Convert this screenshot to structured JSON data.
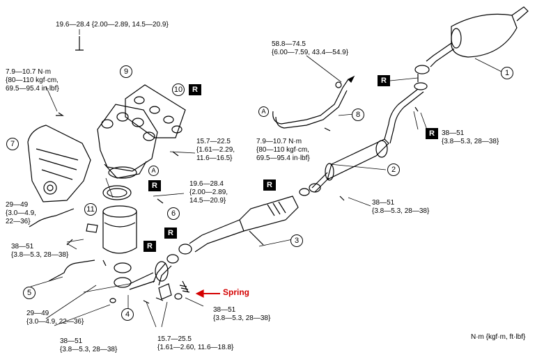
{
  "torques": [
    {
      "id": "t1",
      "lines": [
        "19.6—28.4 {2.00—2.89, 14.5—20.9}"
      ]
    },
    {
      "id": "t2",
      "lines": [
        "7.9—10.7 N·m",
        "{80—110 kgf·cm,",
        "69.5—95.4 in·lbf}"
      ]
    },
    {
      "id": "t3",
      "lines": [
        "58.8—74.5",
        "{6.00—7.59, 43.4—54.9}"
      ]
    },
    {
      "id": "t4",
      "lines": [
        "15.7—22.5",
        "{1.61—2.29,",
        "11.6—16.5}"
      ]
    },
    {
      "id": "t5",
      "lines": [
        "7.9—10.7 N·m",
        "{80—110 kgf·cm,",
        "69.5—95.4 in·lbf}"
      ]
    },
    {
      "id": "t6",
      "lines": [
        "38—51",
        "{3.8—5.3, 28—38}"
      ]
    },
    {
      "id": "t7",
      "lines": [
        "19.6—28.4",
        "{2.00—2.89,",
        "14.5—20.9}"
      ]
    },
    {
      "id": "t8",
      "lines": [
        "29—49",
        "{3.0—4.9,",
        "22—36}"
      ]
    },
    {
      "id": "t9",
      "lines": [
        "38—51",
        "{3.8—5.3, 28—38}"
      ]
    },
    {
      "id": "t10",
      "lines": [
        "38—51",
        "{3.8—5.3, 28—38}"
      ]
    },
    {
      "id": "t11",
      "lines": [
        "29—49",
        "{3.0—4.9, 22—36}"
      ]
    },
    {
      "id": "t12",
      "lines": [
        "38—51",
        "{3.8—5.3, 28—38}"
      ]
    },
    {
      "id": "t13",
      "lines": [
        "15.7—25.5",
        "{1.61—2.60, 11.6—18.8}"
      ]
    },
    {
      "id": "t14",
      "lines": [
        "38—51",
        "{3.8—5.3, 28—38}"
      ]
    }
  ],
  "callouts": [
    "1",
    "2",
    "3",
    "4",
    "5",
    "6",
    "7",
    "8",
    "9",
    "10",
    "11"
  ],
  "r_label": "R",
  "a_label": "A",
  "spring_label": "Spring",
  "unit_note": "N·m {kgf·m, ft·lbf}",
  "colors": {
    "ink": "#000000",
    "arrow": "#d40000",
    "paper": "#ffffff"
  }
}
